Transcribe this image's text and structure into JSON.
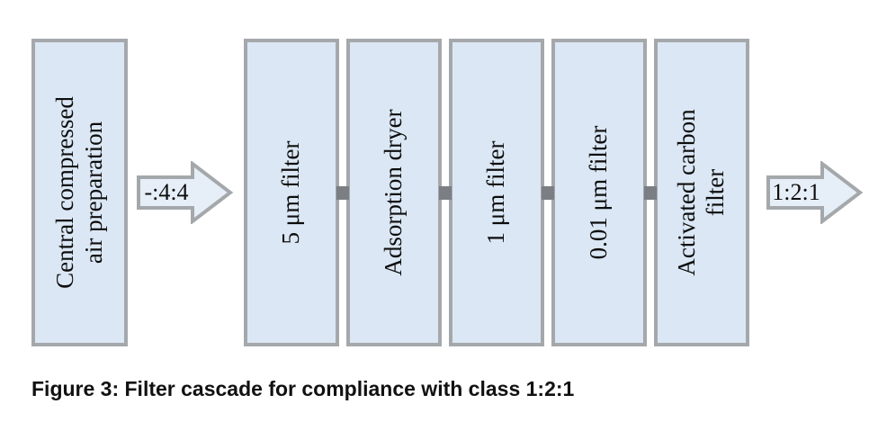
{
  "diagram": {
    "source_box": {
      "label": "Central compressed\nair preparation"
    },
    "inlet_arrow": {
      "label": "-:4:4"
    },
    "filter_boxes": [
      {
        "label": "5 μm filter"
      },
      {
        "label": "Adsorption dryer"
      },
      {
        "label": "1 μm filter"
      },
      {
        "label": "0.01 μm filter"
      },
      {
        "label": "Activated carbon\nfilter"
      }
    ],
    "outlet_arrow": {
      "label": "1:2:1"
    },
    "colors": {
      "box_fill": "#dbe7f4",
      "box_border": "#a5a8ab",
      "arrow_fill": "#e6eef8",
      "arrow_border": "#a5a8ab",
      "connector": "#7b7f83",
      "text": "#0d0d0d"
    }
  },
  "caption": {
    "text": "Figure 3: Filter cascade for compliance with class 1:2:1"
  }
}
